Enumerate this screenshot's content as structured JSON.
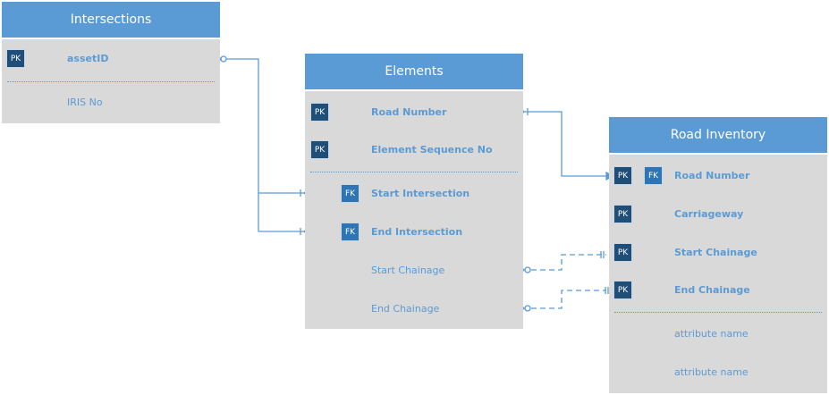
{
  "colors": {
    "header": "#5b9bd5",
    "body": "#d9d9d9",
    "pk": "#1f4e79",
    "fk": "#2e75b6",
    "text": "#5b9bd5",
    "line": "#5b9bd5"
  },
  "entities": {
    "intersections": {
      "title": "Intersections",
      "keys": [
        {
          "badges": [
            "PK"
          ],
          "label": "assetID"
        }
      ],
      "attributes": [
        {
          "label": "IRIS No"
        }
      ]
    },
    "elements": {
      "title": "Elements",
      "keys": [
        {
          "badges": [
            "PK"
          ],
          "label": "Road Number"
        },
        {
          "badges": [
            "PK"
          ],
          "label": "Element Sequence No"
        }
      ],
      "attributes": [
        {
          "badges": [
            "FK"
          ],
          "label": "Start Intersection"
        },
        {
          "badges": [
            "FK"
          ],
          "label": "End Intersection"
        },
        {
          "label": "Start Chainage"
        },
        {
          "label": "End Chainage"
        }
      ]
    },
    "road_inventory": {
      "title": "Road Inventory",
      "keys": [
        {
          "badges": [
            "PK",
            "FK"
          ],
          "label": "Road Number"
        },
        {
          "badges": [
            "PK"
          ],
          "label": "Carriageway"
        },
        {
          "badges": [
            "PK"
          ],
          "label": "Start Chainage"
        },
        {
          "badges": [
            "PK"
          ],
          "label": "End Chainage"
        }
      ],
      "attributes": [
        {
          "label": "attribute name"
        },
        {
          "label": "attribute name"
        }
      ]
    }
  },
  "relationships": [
    {
      "from": "Intersections.assetID",
      "to": "Elements.Start Intersection",
      "style": "solid"
    },
    {
      "from": "Intersections.assetID",
      "to": "Elements.End Intersection",
      "style": "solid"
    },
    {
      "from": "Elements.Road Number",
      "to": "Road Inventory.Road Number",
      "style": "solid"
    },
    {
      "from": "Elements.Start Chainage",
      "to": "Road Inventory.Start Chainage",
      "style": "dashed"
    },
    {
      "from": "Elements.End Chainage",
      "to": "Road Inventory.End Chainage",
      "style": "dashed"
    }
  ]
}
